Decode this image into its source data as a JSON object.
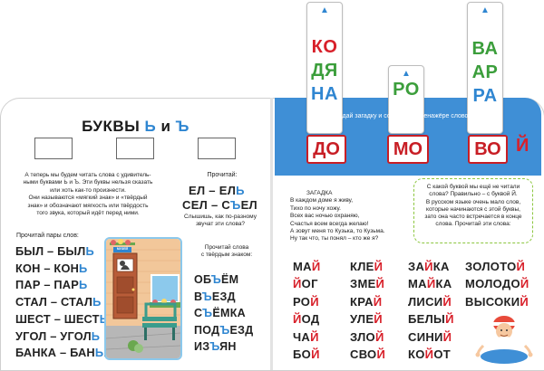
{
  "strips": [
    {
      "syllables": [
        "КО",
        "ДЯ",
        "НА"
      ],
      "colors": [
        "#d8202a",
        "#3b9e3b",
        "#2f86d1"
      ]
    },
    {
      "syllables": [
        "РО"
      ],
      "colors": [
        "#3b9e3b"
      ]
    },
    {
      "syllables": [
        "ВА",
        "АР",
        "РА"
      ],
      "colors": [
        "#3b9e3b",
        "#3b9e3b",
        "#2f86d1"
      ]
    }
  ],
  "task": "Отгадай загадку и составь на тренажёре слово-ответ.",
  "windows": [
    "ДО",
    "МО",
    "ВО"
  ],
  "window_suffix": "Й",
  "left": {
    "title_prefix": "БУКВЫ",
    "title_letter1": "Ь",
    "title_mid": "и",
    "title_letter2": "Ъ",
    "intro_lines": [
      "А теперь мы будем читать слова с удивитель-",
      "ными буквами Ь и Ъ. Эти буквы нельзя сказать",
      "или хоть как-то произнести.",
      "Они называются «мягкий знак» и «твёрдый",
      "знак» и обозначают мягкость или твёрдость",
      "того звука, который идёт перед ними."
    ],
    "read_label": "Прочитай:",
    "read_words": [
      {
        "a": "ЕЛ – ЕЛ",
        "b": "Ь"
      },
      {
        "a": "СЕЛ – С",
        "b": "Ъ",
        "c": "ЕЛ"
      }
    ],
    "hear_lines": [
      "Слышишь, как по-разному",
      "звучат эти слова?"
    ],
    "pairs_label": "Прочитай пары слов:",
    "pairs": [
      {
        "a": "БЫЛ – БЫЛ",
        "b": "Ь"
      },
      {
        "a": "КОН – КОН",
        "b": "Ь"
      },
      {
        "a": "ПАР – ПАР",
        "b": "Ь"
      },
      {
        "a": "СТАЛ – СТАЛ",
        "b": "Ь"
      },
      {
        "a": "ШЕСТ – ШЕСТ",
        "b": "Ь"
      },
      {
        "a": "УГОЛ – УГОЛ",
        "b": "Ь"
      },
      {
        "a": "БАНКА – БАН",
        "b": "Ь",
        "c": "КА"
      }
    ],
    "hard_label_lines": [
      "Прочитай слова",
      "с твёрдым знаком:"
    ],
    "hard_words": [
      {
        "a": "ОБ",
        "b": "Ъ",
        "c": "ЁМ"
      },
      {
        "a": "В",
        "b": "Ъ",
        "c": "ЕЗД"
      },
      {
        "a": "С",
        "b": "Ъ",
        "c": "ЁМКА"
      },
      {
        "a": "ПОД",
        "b": "Ъ",
        "c": "ЕЗД"
      },
      {
        "a": "ИЗ",
        "b": "Ъ",
        "c": "ЯН"
      }
    ],
    "sign_text": "МУЗЕЙ"
  },
  "right": {
    "riddle_title": "ЗАГАДКА",
    "riddle_lines": [
      "В каждом доме я живу,",
      "Тихо по ночу хожу.",
      "Всех вас ночью охраняю,",
      "Счастья всем всегда желаю!",
      "А зовут меня то Кузька, то Кузьма.",
      "Ну так что, ты понял – кто же я?"
    ],
    "note_lines": [
      "С какой буквой мы ещё не читали",
      "слова? Правильно – с буквой Й.",
      "В русском языке очень мало слов,",
      "которые начинаются с этой буквы,",
      "зато она часто встречается в конце",
      "слова. Прочитай эти слова:"
    ],
    "columns": [
      [
        {
          "a": "МА",
          "b": "Й",
          "c": ""
        },
        {
          "a": "",
          "b": "Й",
          "c": "ОГ"
        },
        {
          "a": "РО",
          "b": "Й",
          "c": ""
        },
        {
          "a": "",
          "b": "Й",
          "c": "ОД"
        },
        {
          "a": "ЧА",
          "b": "Й",
          "c": ""
        },
        {
          "a": "БО",
          "b": "Й",
          "c": ""
        }
      ],
      [
        {
          "a": "КЛЕ",
          "b": "Й",
          "c": ""
        },
        {
          "a": "ЗМЕ",
          "b": "Й",
          "c": ""
        },
        {
          "a": "КРА",
          "b": "Й",
          "c": ""
        },
        {
          "a": "УЛЕ",
          "b": "Й",
          "c": ""
        },
        {
          "a": "ЗЛО",
          "b": "Й",
          "c": ""
        },
        {
          "a": "СВО",
          "b": "Й",
          "c": ""
        }
      ],
      [
        {
          "a": "ЗА",
          "b": "Й",
          "c": "КА"
        },
        {
          "a": "МА",
          "b": "Й",
          "c": "КА"
        },
        {
          "a": "ЛИСИ",
          "b": "Й",
          "c": ""
        },
        {
          "a": "БЕЛЫ",
          "b": "Й",
          "c": ""
        },
        {
          "a": "СИНИ",
          "b": "Й",
          "c": ""
        },
        {
          "a": "КО",
          "b": "Й",
          "c": "ОТ"
        }
      ],
      [
        {
          "a": "ЗОЛОТО",
          "b": "Й",
          "c": ""
        },
        {
          "a": "МОЛОДО",
          "b": "Й",
          "c": ""
        },
        {
          "a": "ВЫСОКИ",
          "b": "Й",
          "c": ""
        }
      ]
    ]
  },
  "colors": {
    "blue": "#2f86d1",
    "red": "#d8202a",
    "band": "#3f8fd6",
    "note_border": "#8cc63f"
  }
}
